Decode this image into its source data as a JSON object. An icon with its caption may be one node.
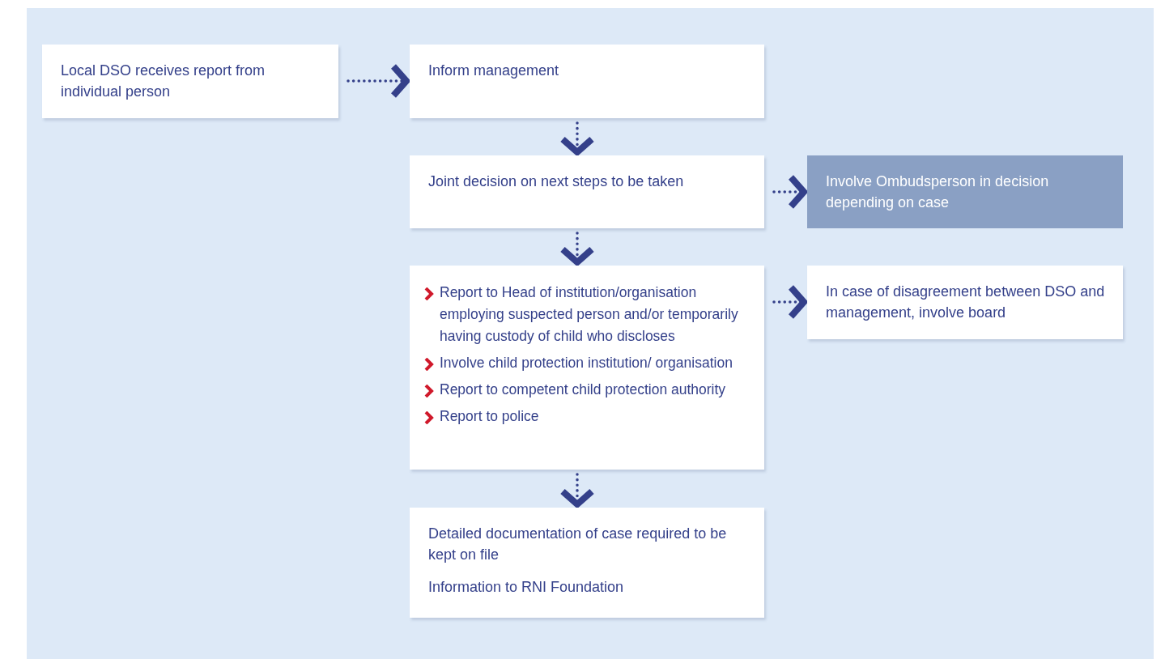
{
  "diagram": {
    "nodes": [
      {
        "text": [
          "Local DSO receives report from individual person"
        ]
      },
      {
        "text": [
          "Inform management"
        ]
      },
      {
        "text": [
          "Joint decision on next steps to be taken"
        ]
      },
      {
        "text": [
          "Involve Ombudsperson in decision depending on case"
        ]
      },
      {
        "text": [
          "Report to Head of institution/organisation employing suspected person and/or temporarily having custody of child who discloses",
          "Involve child protection institution/ organisation",
          "Report to competent child protection authority",
          "Report to police"
        ]
      },
      {
        "text": [
          "In case of disagreement between DSO and management, involve board"
        ]
      },
      {
        "text": [
          "Detailed documentation of case required to be kept on file",
          "Information to RNI Foundation"
        ]
      }
    ],
    "edges": [
      {
        "from": 0,
        "to": 1,
        "arrow": "to"
      },
      {
        "from": 1,
        "to": 2,
        "arrow": "to"
      },
      {
        "from": 2,
        "to": 3,
        "arrow": "to"
      },
      {
        "from": 2,
        "to": 4,
        "arrow": "to"
      },
      {
        "from": 4,
        "to": 5,
        "arrow": "to"
      },
      {
        "from": 4,
        "to": 6,
        "arrow": "to"
      }
    ]
  }
}
